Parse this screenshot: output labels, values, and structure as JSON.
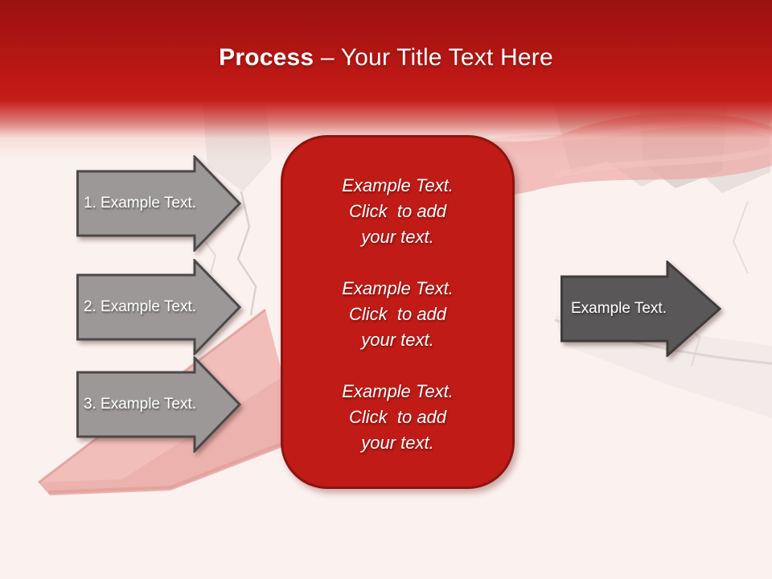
{
  "slide": {
    "title": {
      "bold": "Process",
      "separator": "–",
      "rest": "Your Title Text Here"
    },
    "left_arrows": [
      {
        "label": "1. Example Text."
      },
      {
        "label": "2. Example Text."
      },
      {
        "label": "3. Example Text."
      }
    ],
    "center_box": {
      "paragraphs": [
        {
          "lines": [
            "Example Text.",
            "Click  to add",
            "your text."
          ]
        },
        {
          "lines": [
            "Example Text.",
            "Click  to add",
            "your text."
          ]
        },
        {
          "lines": [
            "Example Text.",
            "Click  to add",
            "your text."
          ]
        }
      ]
    },
    "right_arrow": {
      "label": "Example Text."
    },
    "colors": {
      "background": "#fbf1ef",
      "header_red_dark": "#9a1110",
      "header_red": "#c01916",
      "box_fill": "#c01b17",
      "box_border": "#8c1310",
      "gray_arrow_fill": "#9c9898",
      "gray_arrow_border": "#4b4949",
      "dark_arrow_fill": "#595757",
      "dark_arrow_border": "#3e3c3c"
    }
  }
}
